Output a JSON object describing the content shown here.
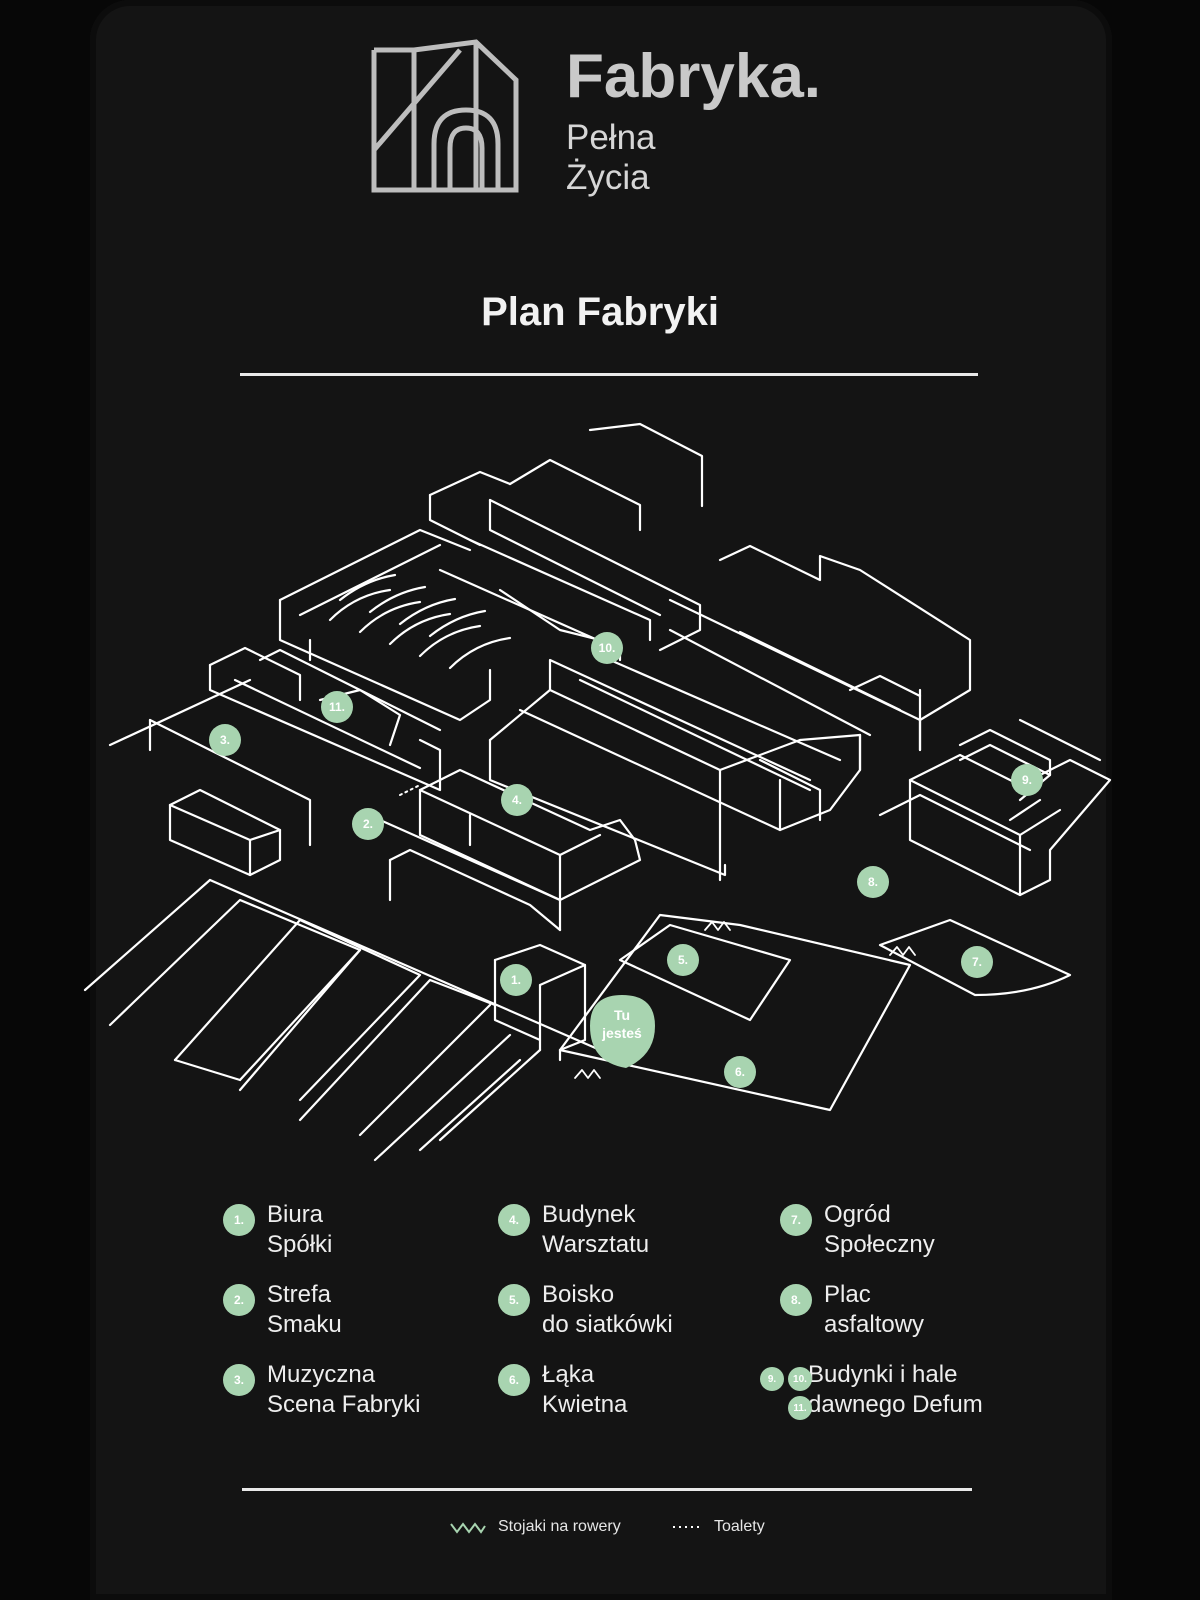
{
  "brand": {
    "name": "Fabryka.",
    "tagline_line1": "Pełna",
    "tagline_line2": "Życia",
    "logo_icon": "house-arch-logo-icon"
  },
  "title": "Plan Fabryki",
  "colors": {
    "accent": "#a8d4b0",
    "background": "#141414",
    "lines": "#ffffff",
    "text": "#eeeeee"
  },
  "map": {
    "markers": [
      "1.",
      "2.",
      "3.",
      "4.",
      "5.",
      "6.",
      "7.",
      "8.",
      "9.",
      "10.",
      "11."
    ],
    "you_are_here_line1": "Tu",
    "you_are_here_line2": "jesteś"
  },
  "legend": [
    {
      "number": "1.",
      "line1": "Biura",
      "line2": "Spółki"
    },
    {
      "number": "2.",
      "line1": "Strefa",
      "line2": "Smaku"
    },
    {
      "number": "3.",
      "line1": "Muzyczna",
      "line2": "Scena Fabryki"
    },
    {
      "number": "4.",
      "line1": "Budynek",
      "line2": "Warsztatu"
    },
    {
      "number": "5.",
      "line1": "Boisko",
      "line2": "do siatkówki"
    },
    {
      "number": "6.",
      "line1": "Łąka",
      "line2": "Kwietna"
    },
    {
      "number": "7.",
      "line1": "Ogród",
      "line2": "Społeczny"
    },
    {
      "number": "8.",
      "line1": "Plac",
      "line2": "asfaltowy"
    },
    {
      "numbers": [
        "9.",
        "10.",
        "11."
      ],
      "line1": "Budynki i hale",
      "line2": "dawnego Defum"
    }
  ],
  "footer": {
    "bike_racks": "Stojaki na rowery",
    "toilets": "Toalety",
    "bike_icon": "zigzag-icon",
    "toilet_icon": "dotted-line-icon"
  }
}
